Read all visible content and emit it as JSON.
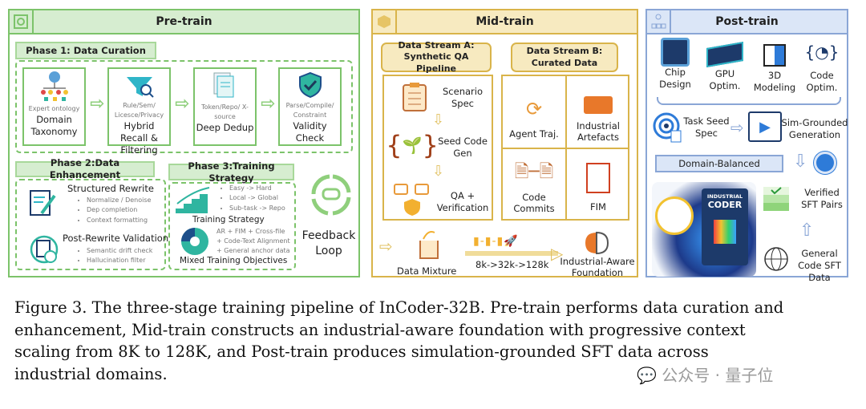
{
  "pretrain": {
    "title": "Pre-train",
    "phase1": {
      "title": "Phase 1: Data Curation",
      "steps": [
        {
          "sub": "Expert ontology",
          "label": "Domain Taxonomy"
        },
        {
          "sub": "Rule/Sem/ Licesce/Privacy",
          "label": "Hybrid Recall & Filtering"
        },
        {
          "sub": "Token/Repo/ X-source",
          "label": "Deep Dedup"
        },
        {
          "sub": "Parse/Compile/ Constraint",
          "label": "Validity Check"
        }
      ]
    },
    "phase2": {
      "title": "Phase 2:Data Enhancement",
      "rewrite": {
        "title": "Structured Rewrite",
        "items": [
          "Normalize / Denoise",
          "Dep completion",
          "Context formatting"
        ]
      },
      "validation": {
        "title": "Post-Rewrite Validation",
        "items": [
          "Semantic drift check",
          "Hallucination filter"
        ]
      }
    },
    "phase3": {
      "title": "Phase 3:Training Strategy",
      "strategy": {
        "title": "Training Strategy",
        "items": [
          "Easy -> Hard",
          "Local -> Global",
          "Sub-task -> Repo"
        ]
      },
      "objectives": {
        "title": "Mixed Training Objectives",
        "items": [
          "AR + FIM + Cross-file",
          "+ Code-Text Alignment",
          "+ General anchor data"
        ]
      }
    },
    "feedback": "Feedback Loop"
  },
  "midtrain": {
    "title": "Mid-train",
    "streamA": {
      "title": "Data Stream A: Synthetic QA Pipeline",
      "steps": [
        "Scenario Spec",
        "Seed Code Gen",
        "QA + Verification"
      ]
    },
    "streamB": {
      "title": "Data Stream B: Curated Data",
      "cells": [
        "Agent Traj.",
        "Industrial Artefacts",
        "Code Commits",
        "FIM"
      ]
    },
    "mixture": "Data Mixture",
    "scaling": "8k->32k->128k",
    "foundation": "Industrial-Aware Foundation"
  },
  "posttrain": {
    "title": "Post-train",
    "domains": [
      "Chip Design",
      "GPU Optim.",
      "3D Modeling",
      "Code Optim."
    ],
    "task_seed": "Task Seed Spec",
    "sim": "Sim-Grounded Generation",
    "balanced": "Domain-Balanced",
    "verified": "Verified SFT Pairs",
    "general": "General Code SFT Data",
    "coder_top": "INDUSTRIAL",
    "coder_bottom": "CODER"
  },
  "caption": [
    "Figure 3. The three-stage training pipeline of InCoder-32B. Pre-train performs data curation and",
    "enhancement, Mid-train constructs an industrial-aware foundation with progressive context",
    "scaling from 8K to 128K, and Post-train produces simulation-grounded SFT data across",
    "industrial domains."
  ],
  "watermark": "公众号 · 量子位",
  "colors": {
    "green": "#7cc36a",
    "green_bg": "#d6edd0",
    "yellow": "#d9b44a",
    "yellow_bg": "#f7eac0",
    "blue": "#8aa6d6",
    "blue_bg": "#dbe6f7"
  }
}
